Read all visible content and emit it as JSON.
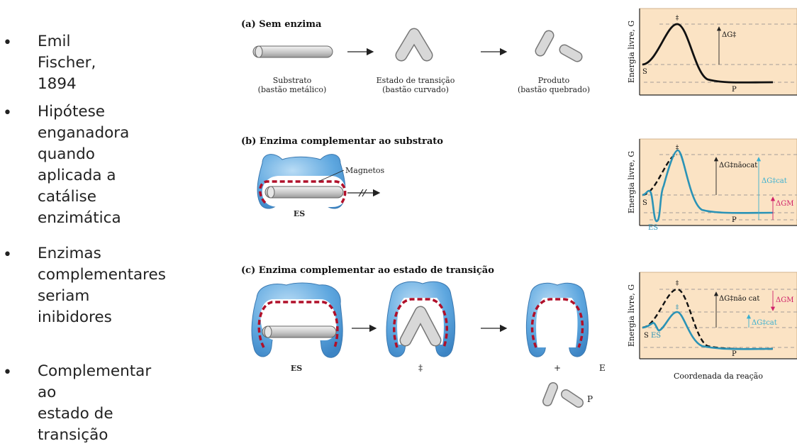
{
  "bullets": [
    {
      "text": "Emil Fischer, 1894"
    },
    {
      "text": "Hipótese\nenganadora\nquando aplicada a\ncatálise enzimática"
    },
    {
      "text": "Enzimas\ncomplementares\nseriam inibidores"
    },
    {
      "text": "Complementar ao\nestado de transição"
    }
  ],
  "panel_a": {
    "title": "(a) Sem enzima",
    "substrate": [
      "Substrato",
      "(bastão metálico)"
    ],
    "transition": [
      "Estado de transição",
      "(bastão curvado)"
    ],
    "product": [
      "Produto",
      "(bastão quebrado)"
    ]
  },
  "panel_b": {
    "title": "(b) Enzima complementar ao substrato",
    "magnets": "Magnetos",
    "es": "ES"
  },
  "panel_c": {
    "title": "(c) Enzima complementar ao estado de transição",
    "es": "ES",
    "dagger": "‡",
    "plus": "+",
    "e": "E",
    "p": "P"
  },
  "graphs": {
    "ylabel": "Energia livre, G",
    "xlabel": "Coordenada da reação",
    "g1": {
      "s": "S",
      "p": "P",
      "dg": "ΔG‡",
      "dagger": "‡"
    },
    "g2": {
      "s": "S",
      "p": "P",
      "es": "ES",
      "dg_nocat": "ΔG‡nãocat",
      "dg_cat": "ΔG‡cat",
      "dg_m": "ΔGM",
      "dagger": "‡"
    },
    "g3": {
      "s": "S",
      "p": "P",
      "es": "ES",
      "dg_nocat": "ΔG‡não cat",
      "dg_cat": "ΔG‡cat",
      "dg_m": "ΔGM",
      "dagger1": "‡",
      "dagger2": "‡"
    }
  },
  "colors": {
    "bg_graph": "#fbe3c4",
    "enzyme": "#5fa8de",
    "magnet": "#b0102a",
    "curve_cat": "#2b93b6",
    "label_cyan": "#3ab0d0",
    "label_pink": "#d0236a"
  }
}
